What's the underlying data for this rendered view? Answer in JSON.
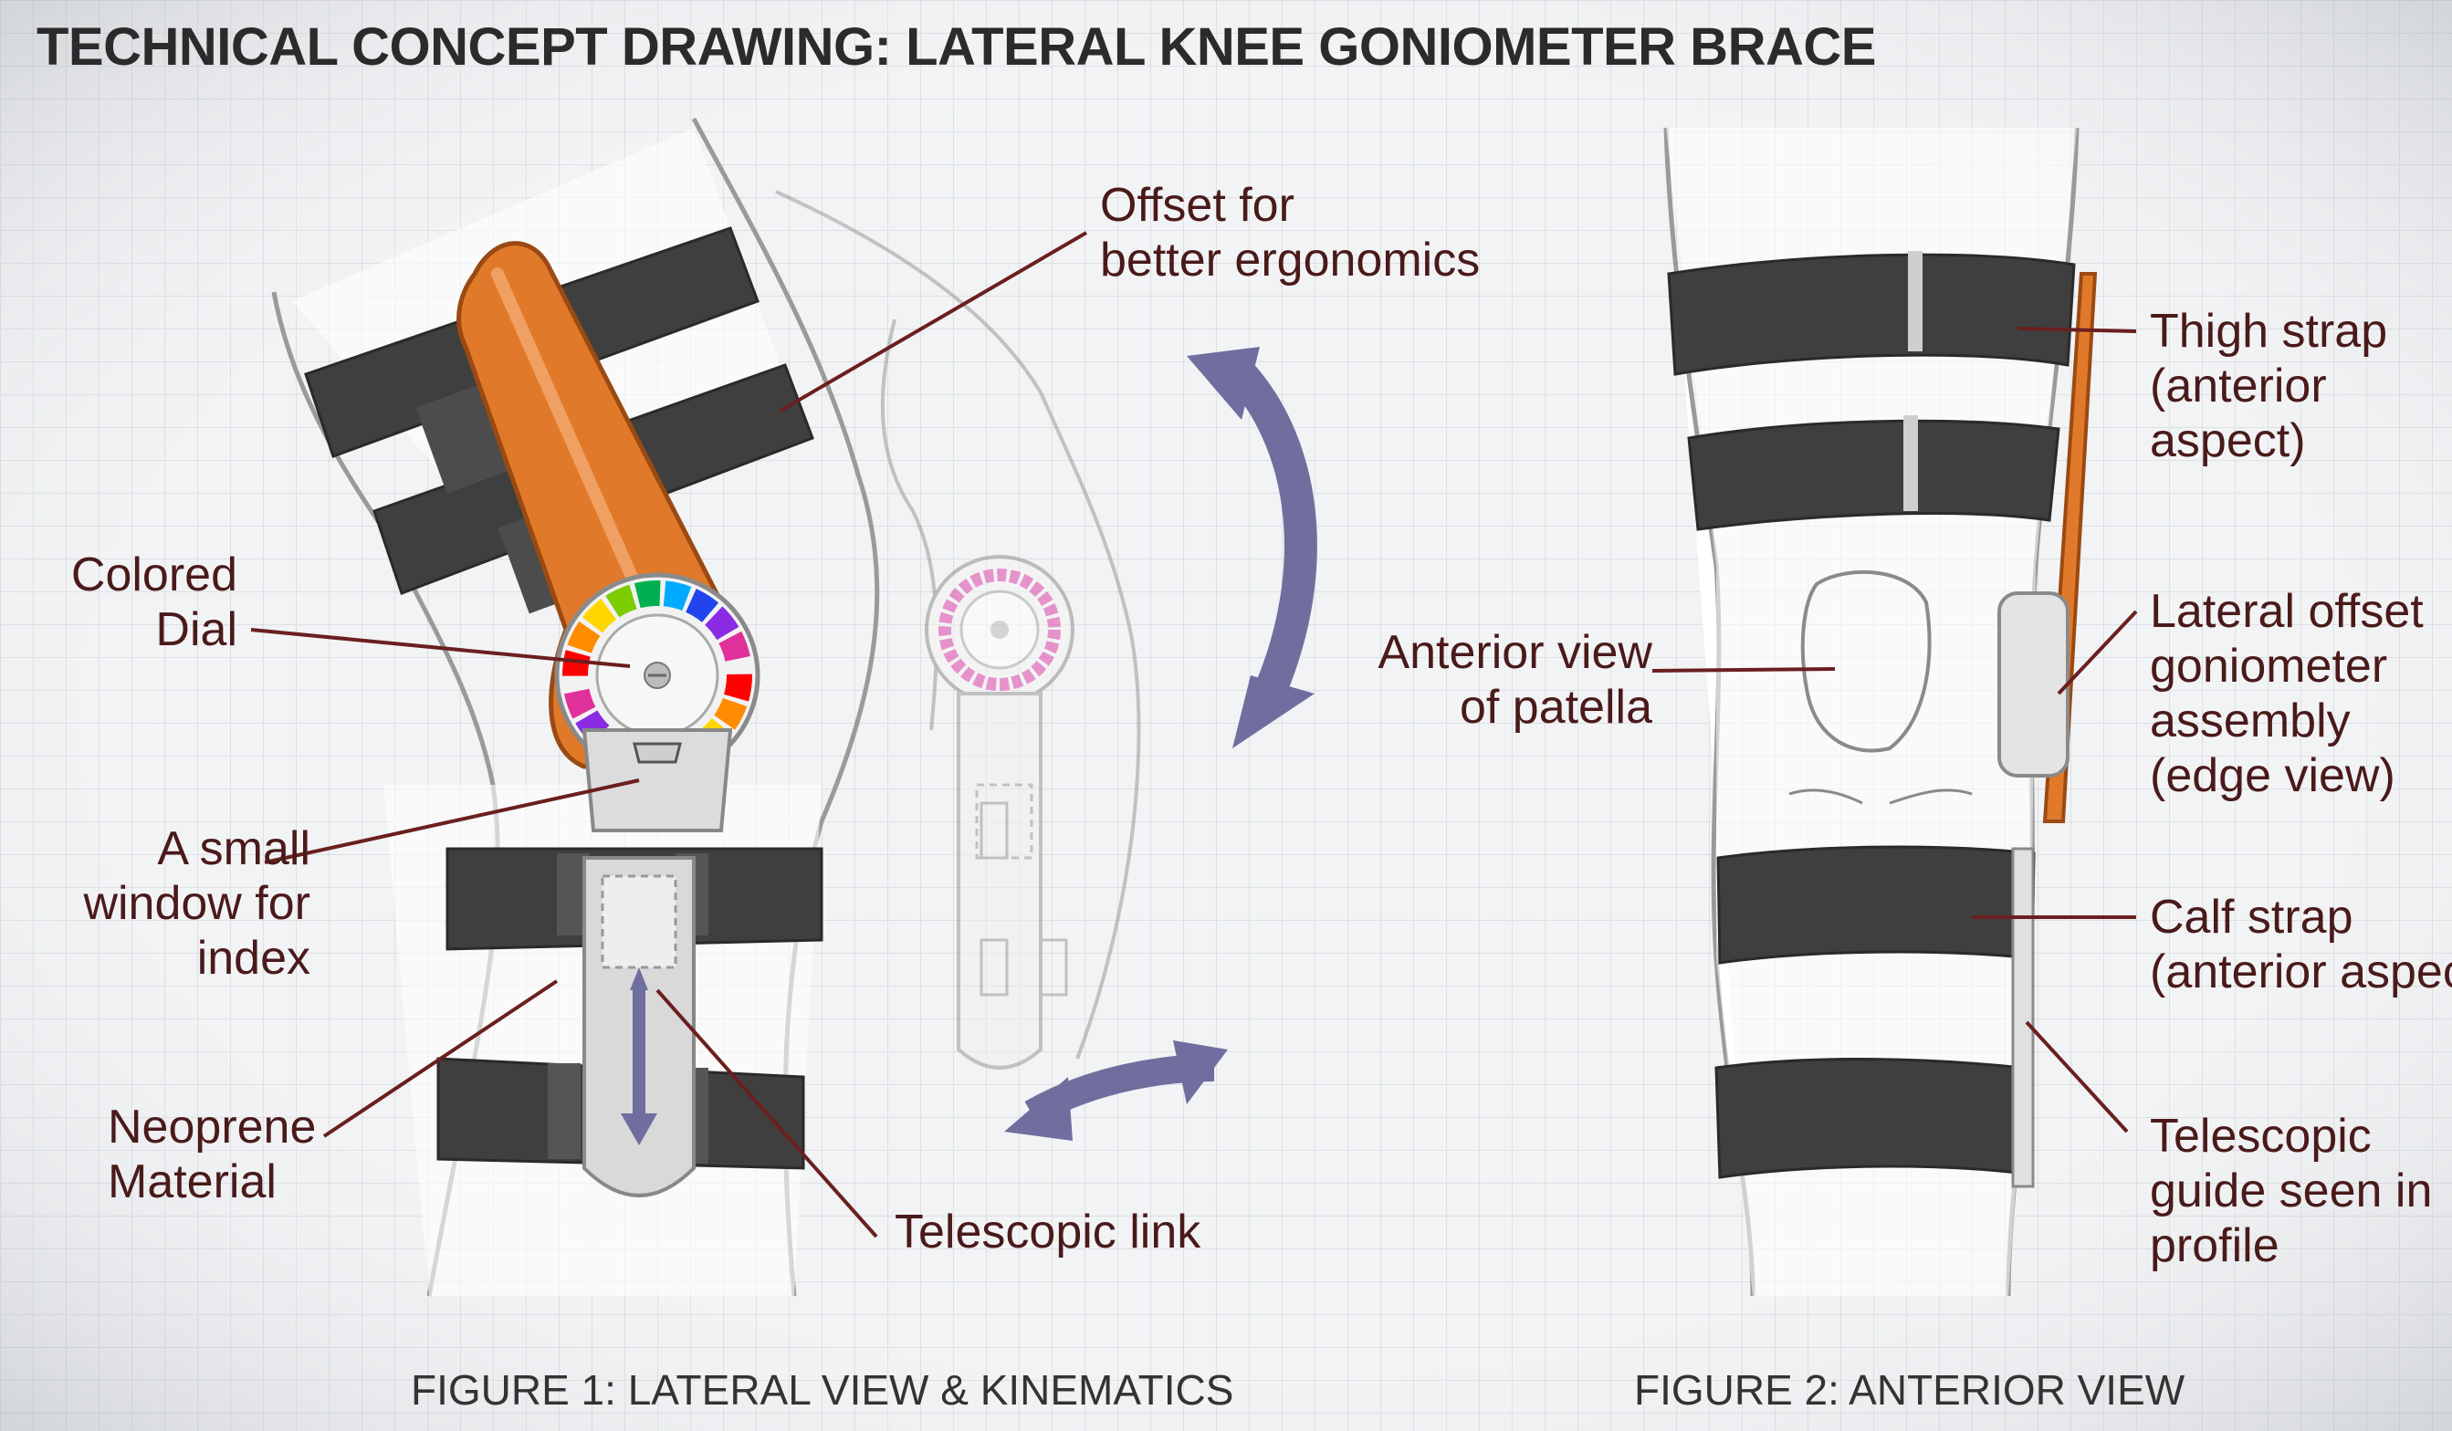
{
  "title": "TECHNICAL CONCEPT DRAWING: LATERAL KNEE GONIOMETER BRACE",
  "figures": [
    {
      "caption": "FIGURE 1: LATERAL VIEW & KINEMATICS",
      "labels": {
        "offset": [
          "Offset for",
          "better ergonomics"
        ],
        "colored_dial": [
          "Colored",
          "Dial"
        ],
        "window": [
          "A small",
          "window for",
          "index"
        ],
        "neoprene": [
          "Neoprene",
          "Material"
        ],
        "telescopic_link": [
          "Telescopic link"
        ]
      }
    },
    {
      "caption": "FIGURE 2: ANTERIOR VIEW",
      "labels": {
        "patella": [
          "Anterior view",
          "of patella"
        ],
        "thigh_strap": [
          "Thigh strap",
          "(anterior",
          "aspect)"
        ],
        "goniometer": [
          "Lateral offset",
          "goniometer",
          "assembly",
          "(edge view)"
        ],
        "calf_strap": [
          "Calf strap",
          "(anterior aspec)"
        ],
        "guide": [
          "Telescopic",
          "guide seen in",
          "profile"
        ]
      }
    }
  ],
  "colors": {
    "arm": "#e07a2a",
    "strap": "#3d3d3d",
    "arrow": "#6f6e9e",
    "leader": "#6b1f1f"
  }
}
